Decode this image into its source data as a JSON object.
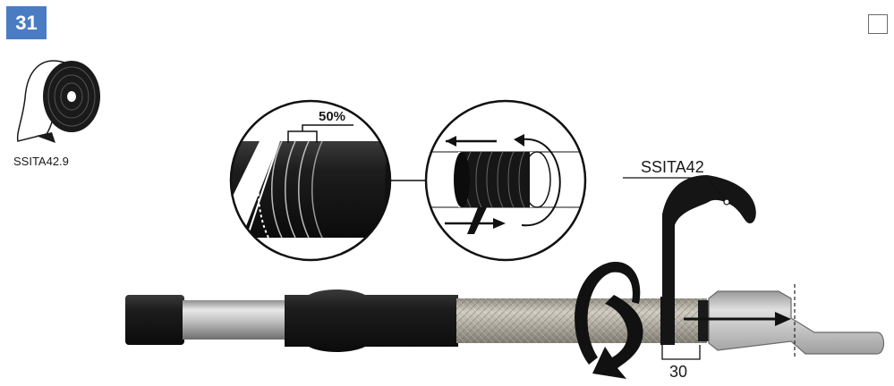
{
  "step": {
    "number": "31"
  },
  "tape_icon": {
    "label": "SSITA42.9"
  },
  "detail_overlap": {
    "label": "50%"
  },
  "cable": {
    "tape_callout": "SSITA42",
    "dimension": "30"
  },
  "colors": {
    "badge": "#4a7cc4",
    "tape": "#151515",
    "braid": "#b8b4a8",
    "lug": "#c8c8c8"
  },
  "icons": [
    "tape-roll-icon",
    "checkbox-icon",
    "rotation-arrow-icon",
    "direction-arrow-icon"
  ]
}
